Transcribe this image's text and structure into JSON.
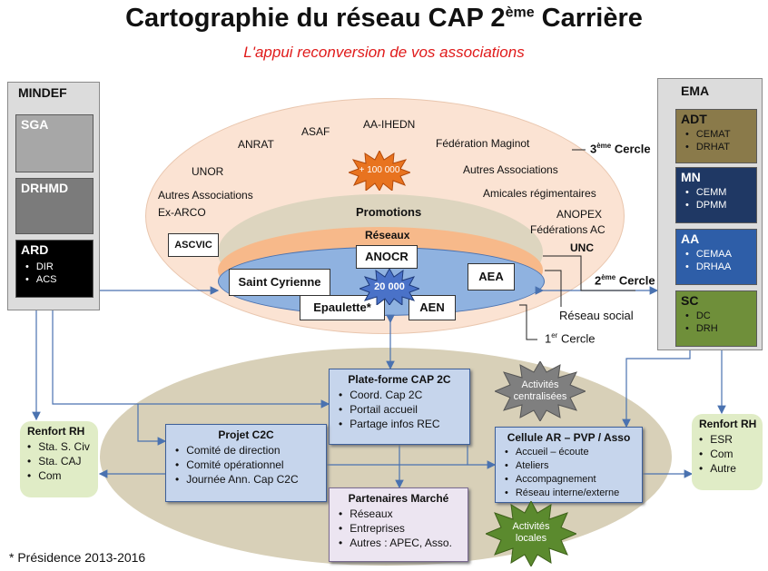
{
  "title": {
    "main": "Cartographie du réseau CAP 2",
    "sup": "ème",
    "end": " Carrière"
  },
  "subtitle": "L'appui reconversion de vos associations",
  "mindef": {
    "label": "MINDEF",
    "sga": "SGA",
    "drhmd": "DRHMD",
    "ard": "ARD",
    "ard_items": [
      "DIR",
      "ACS"
    ]
  },
  "ema": {
    "label": "EMA",
    "groups": [
      {
        "name": "ADT",
        "items": [
          "CEMAT",
          "DRHAT"
        ]
      },
      {
        "name": "MN",
        "items": [
          "CEMM",
          "DPMM"
        ]
      },
      {
        "name": "AA",
        "items": [
          "CEMAA",
          "DRHAA"
        ]
      },
      {
        "name": "SC",
        "items": [
          "DC",
          "DRH"
        ]
      }
    ]
  },
  "outer_ring": {
    "items": [
      "ANRAT",
      "ASAF",
      "AA-IHEDN",
      "Fédération Maginot",
      "UNOR",
      "Autres Associations",
      "Autres Associations",
      "Ex-ARCO",
      "Amicales régimentaires",
      "ANOPEX",
      "Fédérations AC",
      "UNC"
    ],
    "burst": "+ 100 000",
    "cercle3": {
      "num": "3",
      "sup": "ème",
      "word": " Cercle"
    }
  },
  "promotions": "Promotions",
  "reseaux": "Réseaux",
  "inner_boxes": {
    "ascvic": "ASCVIC",
    "anocr": "ANOCR",
    "saint_cyrienne": "Saint Cyrienne",
    "aea": "AEA",
    "epaulette": "Epaulette*",
    "aen": "AEN",
    "burst": "20 000"
  },
  "cercle2": {
    "num": "2",
    "sup": "ème",
    "word": " Cercle"
  },
  "cercle1": {
    "num": "1",
    "sup": "er",
    "word": " Cercle"
  },
  "reseau_social": "Réseau social",
  "plateforme": {
    "title": "Plate-forme CAP 2C",
    "items": [
      "Coord. Cap 2C",
      "Portail accueil",
      "Partage  infos REC"
    ]
  },
  "projet": {
    "title": "Projet C2C",
    "items": [
      "Comité  de direction",
      "Comité  opérationnel",
      "Journée Ann. Cap C2C"
    ]
  },
  "cellule": {
    "title": "Cellule AR – PVP / Asso",
    "items": [
      "Accueil – écoute",
      "Ateliers",
      "Accompagnement",
      "Réseau interne/externe"
    ]
  },
  "partenaires": {
    "title": "Partenaires Marché",
    "items": [
      "Réseaux",
      "Entreprises",
      "Autres : APEC, Asso."
    ]
  },
  "renfort_left": {
    "title": "Renfort RH",
    "items": [
      "Sta. S. Civ",
      "Sta. CAJ",
      "Com"
    ]
  },
  "renfort_right": {
    "title": "Renfort RH",
    "items": [
      "ESR",
      "Com",
      "Autre"
    ]
  },
  "activites_centralisees": "Activités centralisées",
  "activites_locales": "Activités locales",
  "footnote": "* Présidence 2013-2016",
  "colors": {
    "outer": "#fbe3d3",
    "orange": "#f7b98a",
    "blue": "#8fb2e0",
    "olive": "#d8d0b8",
    "adt": "#8a7a4a",
    "mn": "#1f3864",
    "aa": "#2e5ea8",
    "sc": "#6f8f3a",
    "red": "#e01b1b"
  }
}
